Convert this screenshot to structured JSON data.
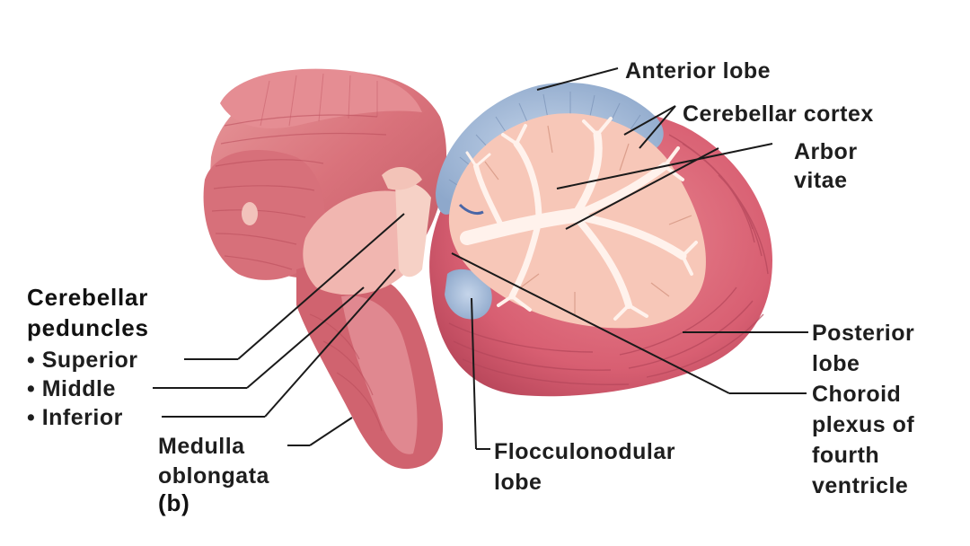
{
  "labels": {
    "anterior_lobe": "Anterior lobe",
    "cerebellar_cortex": "Cerebellar cortex",
    "arbor_vitae_1": "Arbor",
    "arbor_vitae_2": "vitae",
    "posterior_lobe_1": "Posterior",
    "posterior_lobe_2": "lobe",
    "choroid_1": "Choroid",
    "choroid_2": "plexus of",
    "choroid_3": "fourth",
    "choroid_4": "ventricle",
    "flocculo_1": "Flocculonodular",
    "flocculo_2": "lobe",
    "peduncles_1": "Cerebellar",
    "peduncles_2": "peduncles",
    "superior": "• Superior",
    "middle": "• Middle",
    "inferior": "• Inferior",
    "medulla_1": "Medulla",
    "medulla_2": "oblongata",
    "panel": "(b)"
  },
  "colors": {
    "brainstem": "#d9727b",
    "cortex_blue": "#9fb6d4",
    "cerebellum_red": "#d85f72",
    "arbor": "#f7c7b8",
    "white_matter": "#fff0ea",
    "leader_line": "#1a1a1a"
  }
}
